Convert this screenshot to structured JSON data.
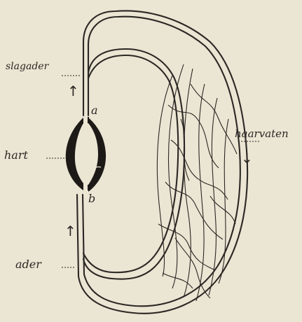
{
  "labels": {
    "slagader": "slagader",
    "hart": "hart",
    "ader": "ader",
    "haarvaten": "haarvaten",
    "a": "a",
    "b": "b"
  },
  "arrows": {
    "up": "↑",
    "down": "↓"
  },
  "colors": {
    "paper": "#ebe5d3",
    "ink": "#2b2724",
    "heart": "#1c1917"
  }
}
